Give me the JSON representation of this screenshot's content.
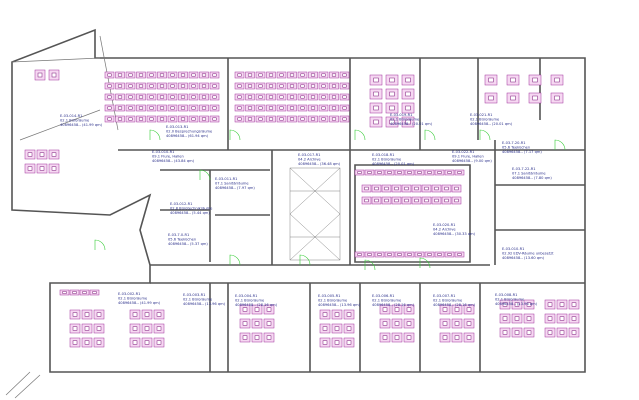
{
  "colors": {
    "walls": "#555555",
    "furniture": "#a0309a",
    "furniture_fill": "#f6d8f2",
    "labels": "#2a2f8a",
    "doors": "#33cc33"
  },
  "rooms": [
    {
      "id": "E-03-014-R1",
      "use": "02.1 Büroräume",
      "area": "40896458-- (41.99 qm)"
    },
    {
      "id": "E-03-013-R1",
      "use": "02.0 Besprechungsräume",
      "area": "40896458-- (61.94 qm)"
    },
    {
      "id": "E-03-010-R1",
      "use": "09.1 Flure, Hallen",
      "area": "40896458-- (43.84 qm)"
    },
    {
      "id": "E-03-011-R1",
      "use": "07.1 Sanitärräume",
      "area": "40896458-- (7.97 qm)"
    },
    {
      "id": "E-03-012-R1",
      "use": "02.8 Bürotechnikräume",
      "area": "40896458-- (5.44 qm)"
    },
    {
      "id": "E-03-7.0-R1",
      "use": "05.6 Teeküchen",
      "area": "40896458-- (5.37 qm)"
    },
    {
      "id": "E-03-017-R1",
      "use": "04.2 Archive",
      "area": "40896458-- (36.48 qm)"
    },
    {
      "id": "E-03-018-R1",
      "use": "02.1 Büroräume",
      "area": "40896458-- (20.01 qm)"
    },
    {
      "id": "E-03-020-R1",
      "use": "04.2 Archive",
      "area": "40896458-- (30.33 qm)"
    },
    {
      "id": "E-03-022-R1",
      "use": "09.1 Flure, Hallen",
      "area": "40896458-- (9.00 qm)"
    },
    {
      "id": "E-03-7.20-R1",
      "use": "05.6 Teeküchen",
      "area": "40896458-- (7.17 qm)"
    },
    {
      "id": "E-03-7.22-R1",
      "use": "07.1 Sanitärräume",
      "area": "40896458-- (7.80 qm)"
    },
    {
      "id": "E-03-010-R1",
      "use": "02.92 EDV-Räume unbesetzt",
      "area": "40896458-- (13.60 qm)"
    },
    {
      "id": "E-03-019-R1",
      "use": "02.1 Büroräume",
      "area": "40896458-- (20.01 qm)"
    },
    {
      "id": "E-03-021-R1",
      "use": "02.1 Büroräume",
      "area": "40896458-- (20.01 qm)"
    },
    {
      "id": "E-03-002-R1",
      "use": "02.1 Büroräume",
      "area": "40896458-- (41.99 qm)"
    },
    {
      "id": "E-03-003-R1",
      "use": "02.1 Büroräume",
      "area": "40896458-- (13.96 qm)"
    },
    {
      "id": "E-03-004-R1",
      "use": "02.1 Büroräume",
      "area": "40896458-- (28.16 qm)"
    },
    {
      "id": "E-03-005-R1",
      "use": "02.1 Büroräume",
      "area": "40896458-- (13.96 qm)"
    },
    {
      "id": "E-03-006-R1",
      "use": "02.1 Büroräume",
      "area": "40896458-- (28.16 qm)"
    },
    {
      "id": "E-03-007-R1",
      "use": "02.1 Büroräume",
      "area": "40896458-- (28.16 qm)"
    },
    {
      "id": "E-03-008-R1",
      "use": "02.1 Büroräume",
      "area": "40896458-- (13.96 qm)"
    }
  ]
}
